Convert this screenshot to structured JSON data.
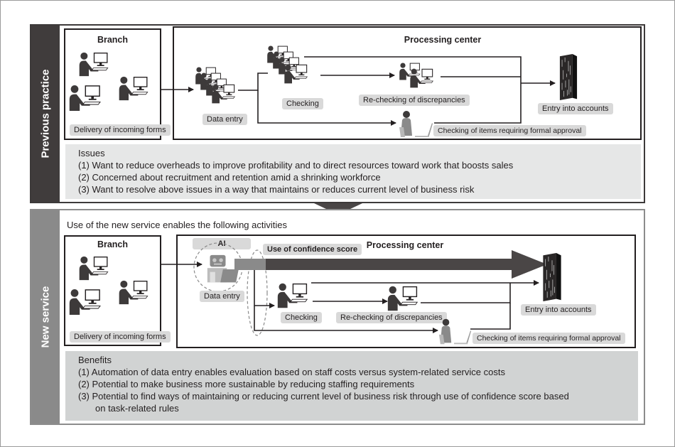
{
  "previous": {
    "side_label": "Previous practice",
    "branch": {
      "title": "Branch",
      "tag": "Delivery of incoming forms"
    },
    "center": {
      "title": "Processing center",
      "data_entry": "Data entry",
      "checking": "Checking",
      "rechecking": "Re-checking of discrepancies",
      "formal": "Checking of items requiring formal approval",
      "accounts": "Entry into accounts"
    },
    "issues": {
      "heading": "Issues",
      "items": [
        "(1) Want to reduce overheads to improve profitability and to direct resources toward work that boosts sales",
        "(2) Concerned about recruitment and retention amid a shrinking workforce",
        "(3) Want to resolve above issues in a way that maintains or reduces current level of business risk"
      ]
    }
  },
  "new": {
    "side_label": "New service",
    "intro": "Use of the new service enables the following activities",
    "branch": {
      "title": "Branch",
      "tag": "Delivery of incoming forms"
    },
    "center": {
      "title": "Processing center",
      "ai": "AI",
      "confidence": "Use of confidence score",
      "data_entry": "Data entry",
      "checking": "Checking",
      "rechecking": "Re-checking of discrepancies",
      "formal": "Checking of items requiring formal approval",
      "accounts": "Entry into accounts"
    },
    "benefits": {
      "heading": "Benefits",
      "items": [
        "(1) Automation of data entry enables evaluation based on staff costs versus system-related service costs",
        "(2) Potential to make business more sustainable by reducing staffing requirements",
        "(3) Potential to find ways of maintaining or reducing current level of business risk through use of confidence score based",
        "on task-related rules"
      ]
    }
  },
  "colors": {
    "dark": "#403c3c",
    "mid": "#8a8a8a",
    "tag": "#d9d9d9",
    "panel_prev": "#e6e7e7",
    "panel_new": "#d1d3d3"
  }
}
